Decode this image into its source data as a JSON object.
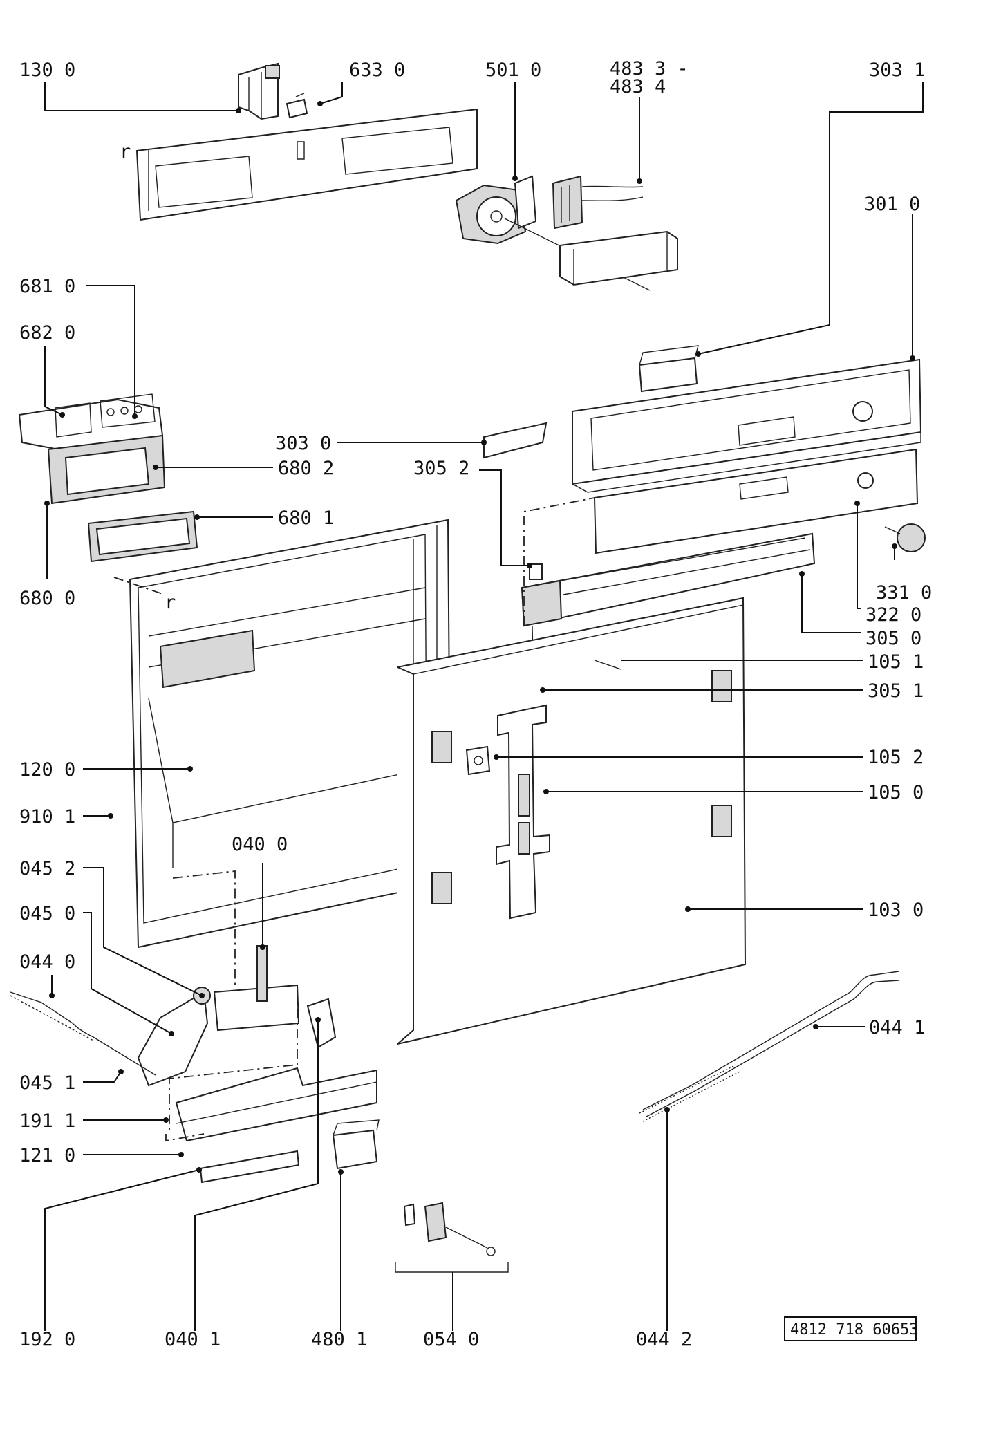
{
  "labels": {
    "l130_0": "130 0",
    "l633_0": "633 0",
    "l501_0": "501 0",
    "l483_3": "483 3 -",
    "l483_4": "483 4",
    "l303_1": "303 1",
    "l301_0": "301 0",
    "l681_0": "681 0",
    "l682_0": "682 0",
    "l303_0": "303 0",
    "l680_2": "680 2",
    "l305_2": "305 2",
    "l680_1": "680 1",
    "l680_0": "680 0",
    "l331_0": "331 0",
    "l322_0": "322 0",
    "l305_0": "305 0",
    "l105_1": "105 1",
    "l305_1": "305 1",
    "l105_2": "105 2",
    "l120_0": "120 0",
    "l105_0": "105 0",
    "l910_1": "910 1",
    "l040_0": "040 0",
    "l045_2": "045 2",
    "l103_0": "103 0",
    "l045_0": "045 0",
    "l044_0": "044 0",
    "l044_1": "044 1",
    "l045_1": "045 1",
    "l191_1": "191 1",
    "l121_0": "121 0",
    "l192_0": "192 0",
    "l040_1": "040 1",
    "l480_1": "480 1",
    "l054_0": "054 0",
    "l044_2": "044 2",
    "r_mark_1": "r",
    "r_mark_2": "r"
  },
  "reference_number": "4812 718 60653"
}
